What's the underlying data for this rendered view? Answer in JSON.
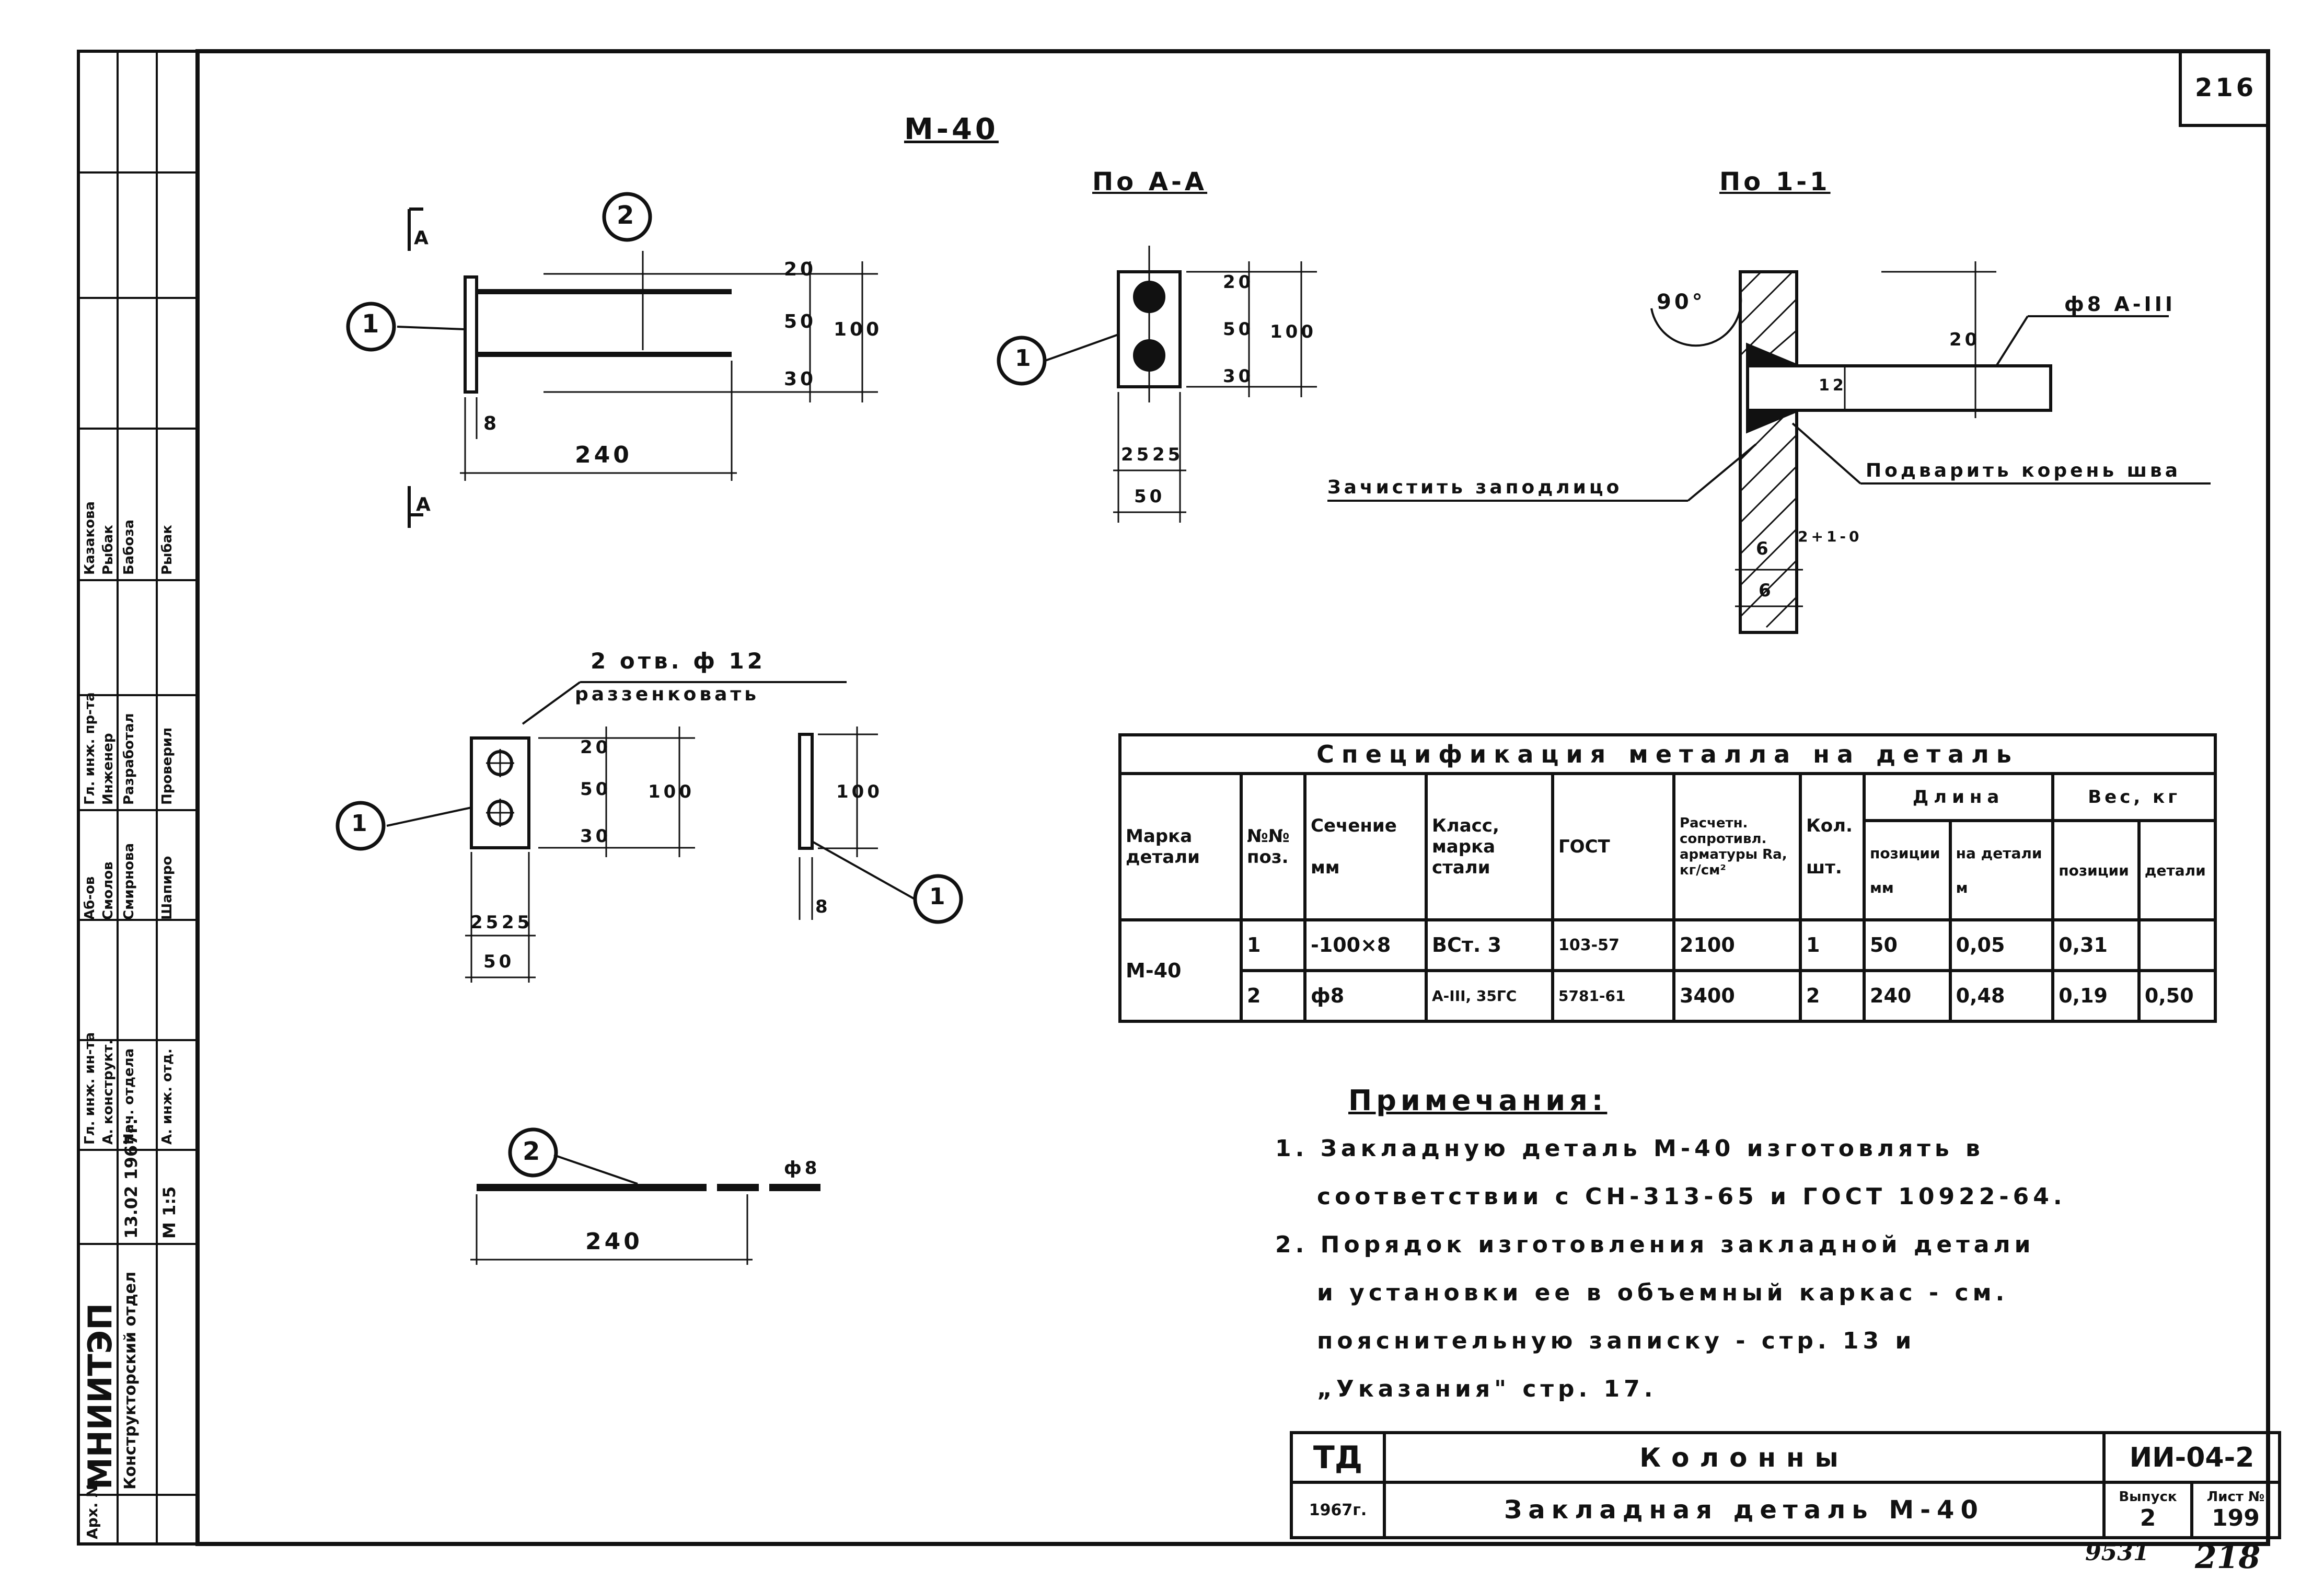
{
  "sheet_number_top": "216",
  "drawing": {
    "title": "М-40",
    "view_aa_title": "По А-А",
    "view_11_title": "По 1-1",
    "section_mark": "А",
    "label_1": "1",
    "label_2": "2",
    "dims_main": {
      "d20": "20",
      "d50": "50",
      "d30": "30",
      "d100": "100",
      "d8": "8",
      "d240": "240"
    },
    "dims_aa": {
      "d20": "20",
      "d50": "50",
      "d30": "30",
      "d100": "100",
      "d25a": "25",
      "d25b": "25",
      "d50w": "50",
      "mark_1": "1"
    },
    "weld": {
      "angle": "90°",
      "bar": "ф8 А-III",
      "d20": "20",
      "d12": "12",
      "d6a": "6",
      "tol": "2+1-0",
      "d6b": "6",
      "note_left": "Зачистить заподлицо",
      "note_right": "Подварить корень шва"
    },
    "plate": {
      "holes": "2 отв. ф 12",
      "countersink": "раззенковать",
      "d20": "20",
      "d50": "50",
      "d30": "30",
      "d100": "100",
      "d25a": "25",
      "d25b": "25",
      "d50w": "50",
      "side_d100": "100",
      "side_d8": "8"
    },
    "bar": {
      "len": "240",
      "dia": "ф8"
    }
  },
  "spec": {
    "title": "Спецификация металла на деталь",
    "headers": {
      "mark": "Марка детали",
      "pos": "№№ поз.",
      "section": "Сечение",
      "section_unit": "мм",
      "class": "Класс, марка",
      "class_unit": "стали",
      "gost": "ГОСТ",
      "resist": "Расчетн. сопротивл. арматуры Ra, кг/см²",
      "qty": "Кол.",
      "qty_unit": "шт.",
      "length": "Длина",
      "len_pos": "позиции",
      "len_pos_unit": "мм",
      "len_det": "на детали",
      "len_det_unit": "м",
      "weight": "Вес, кг",
      "w_pos": "позиции",
      "w_det": "детали"
    },
    "mark_value": "М-40",
    "rows": [
      {
        "pos": "1",
        "section": "-100×8",
        "class": "ВСт. 3",
        "gost": "103-57",
        "ra": "2100",
        "qty": "1",
        "len_pos": "50",
        "len_det": "0,05",
        "w_pos": "0,31",
        "w_det": ""
      },
      {
        "pos": "2",
        "section": "ф8",
        "class": "А-III, 35ГС",
        "gost": "5781-61",
        "ra": "3400",
        "qty": "2",
        "len_pos": "240",
        "len_det": "0,48",
        "w_pos": "0,19",
        "w_det": "0,50"
      }
    ]
  },
  "notes": {
    "title": "Примечания:",
    "items": [
      {
        "num": "1.",
        "lines": [
          "Закладную деталь М-40 изготовлять в",
          "соответствии с СН-313-65 и ГОСТ 10922-64."
        ]
      },
      {
        "num": "2.",
        "lines": [
          "Порядок изготовления закладной детали",
          "и установки ее в объемный каркас - см.",
          "пояснительную записку - стр. 13 и",
          "„Указания\" стр. 17."
        ]
      }
    ]
  },
  "title_block": {
    "org": "ТД",
    "year": "1967г.",
    "name1": "Колонны",
    "name2": "Закладная деталь М-40",
    "code": "ИИ-04-2",
    "issue_label": "Выпуск",
    "issue": "2",
    "sheet_label": "Лист №",
    "sheet": "199",
    "handwritten_1": "9531",
    "handwritten_2": "218"
  },
  "side_stamp": {
    "institute": "МНИИТЭП",
    "dept": "Конструкторский отдел",
    "date": "13.02 1967г.",
    "scale": "М 1:5",
    "arch": "Арх. №",
    "roles": [
      "Гл. инж. ин-та",
      "А. конструкт.",
      "Нач. отдела",
      "А. инж. отд.",
      "Гл. инж. пр-та",
      "Инженер",
      "Разработал",
      "Проверил"
    ],
    "names": [
      "Аб-ов",
      "Смолов",
      "Смирнова",
      "Шапиро",
      "Казакова",
      "Рыбак",
      "Бабоза",
      "Рыбак"
    ]
  }
}
